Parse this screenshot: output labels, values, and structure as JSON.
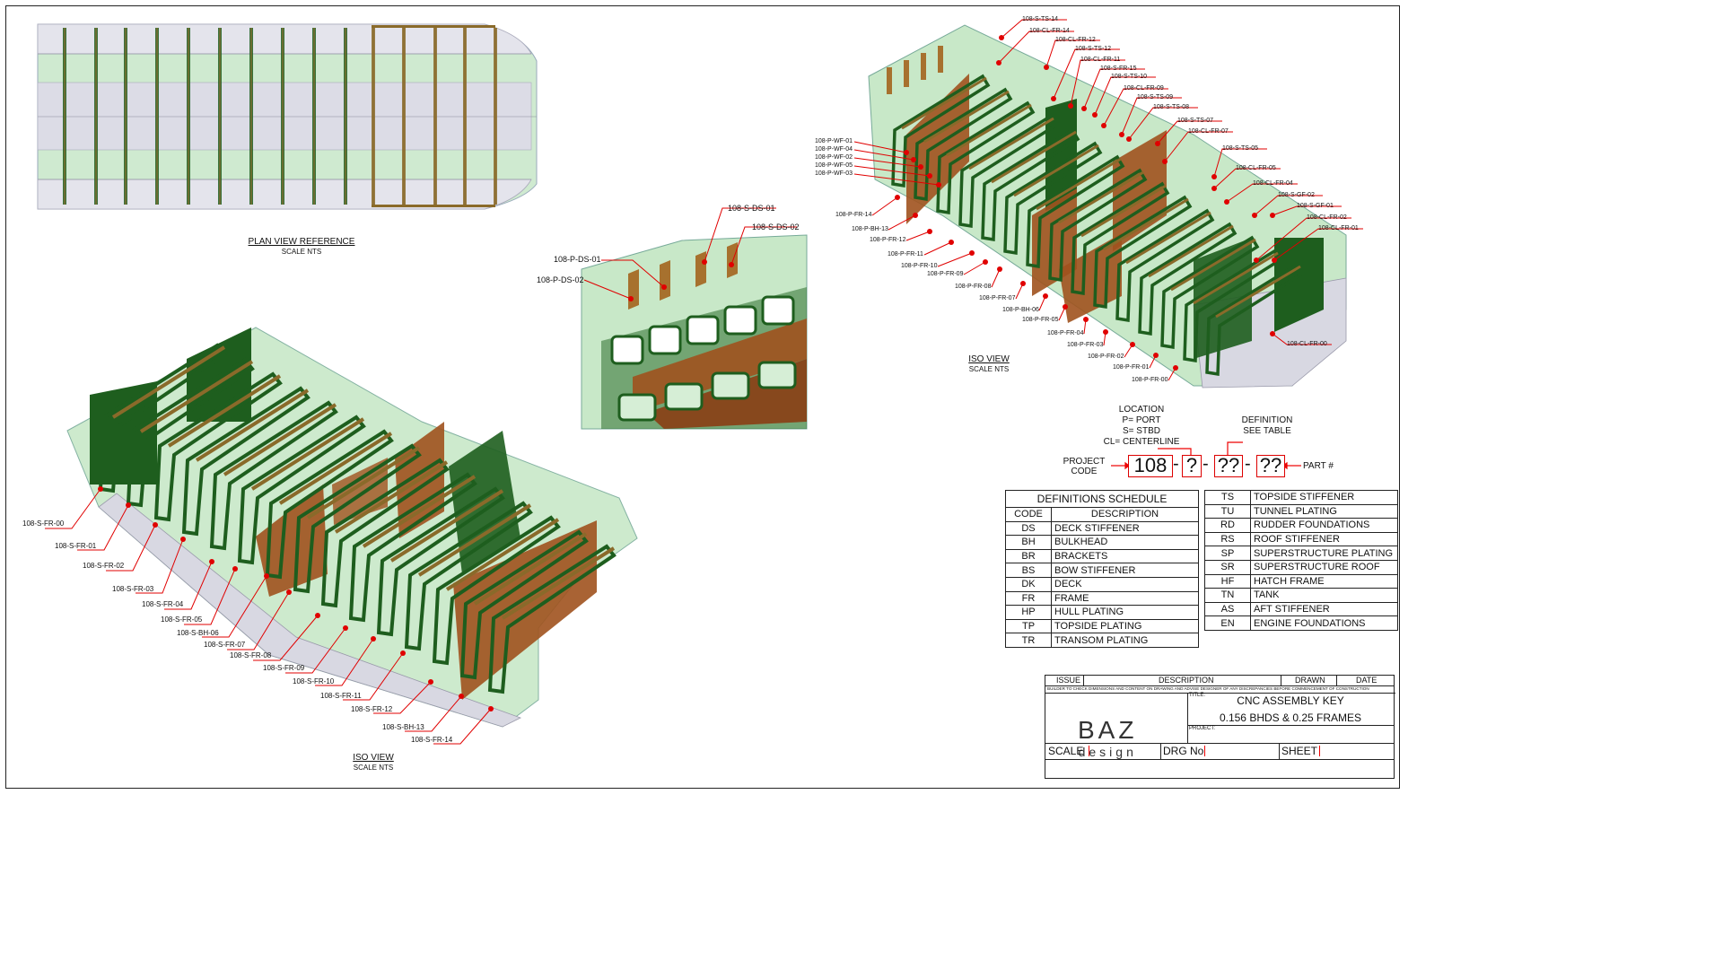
{
  "views": {
    "plan": {
      "title": "PLAN VIEW REFERENCE",
      "scale": "SCALE NTS"
    },
    "iso_left": {
      "title": "ISO VIEW",
      "scale": "SCALE NTS"
    },
    "iso_right": {
      "title": "ISO VIEW",
      "scale": "SCALE NTS"
    }
  },
  "detail_labels": [
    "108-S-DS-01",
    "108-S-DS-02",
    "108-P-DS-01",
    "108-P-DS-02"
  ],
  "iso_left_labels": [
    "108-S-FR-00",
    "108-S-FR-01",
    "108-S-FR-02",
    "108-S-FR-03",
    "108-S-FR-04",
    "108-S-FR-05",
    "108-S-BH-06",
    "108-S-FR-07",
    "108-S-FR-08",
    "108-S-FR-09",
    "108-S-FR-10",
    "108-S-FR-11",
    "108-S-FR-12",
    "108-S-BH-13",
    "108-S-FR-14"
  ],
  "iso_right_top_labels": [
    "108-S-TS-14",
    "108-CL-FR-14",
    "108-CL-FR-12",
    "108-S-TS-12",
    "108-CL-FR-11",
    "108-S-FR-15",
    "108-S-TS-10",
    "108-CL-FR-09",
    "108-S-TS-09",
    "108-S-TS-08",
    "108-S-TS-07",
    "108-CL-FR-07",
    "108-S-TS-05",
    "108-CL-FR-05",
    "108-CL-FR-04",
    "108-S-GF-02",
    "108-S-GF-01",
    "108-CL-FR-02",
    "108-CL-FR-01",
    "108-CL-FR-00"
  ],
  "iso_right_left_labels": [
    "108-P-WF-01",
    "108-P-WF-04",
    "108-P-WF-02",
    "108-P-WF-05",
    "108-P-WF-03",
    "108-P-FR-14",
    "108-P-BH-13",
    "108-P-FR-12",
    "108-P-FR-11",
    "108-P-FR-10",
    "108-P-FR-09",
    "108-P-FR-08",
    "108-P-FR-07",
    "108-P-BH-06",
    "108-P-FR-05",
    "108-P-FR-04",
    "108-P-FR-03",
    "108-P-FR-02",
    "108-P-FR-01",
    "108-P-FR-00"
  ],
  "legend": {
    "location_title": "LOCATION",
    "location_p": "P= PORT",
    "location_s": "S= STBD",
    "location_cl": "CL= CENTERLINE",
    "definition_title": "DEFINITION",
    "definition_sub": "SEE TABLE",
    "project_code_1": "PROJECT",
    "project_code_2": "CODE",
    "part_label": "PART #",
    "box_project": "108",
    "box_location": "?",
    "box_definition": "??",
    "box_part": "??",
    "sep": "-"
  },
  "definitions": {
    "title": "DEFINITIONS SCHEDULE",
    "col_code": "CODE",
    "col_desc": "DESCRIPTION",
    "left": [
      {
        "code": "DS",
        "desc": "DECK STIFFENER"
      },
      {
        "code": "BH",
        "desc": "BULKHEAD"
      },
      {
        "code": "BR",
        "desc": "BRACKETS"
      },
      {
        "code": "BS",
        "desc": "BOW STIFFENER"
      },
      {
        "code": "DK",
        "desc": "DECK"
      },
      {
        "code": "FR",
        "desc": "FRAME"
      },
      {
        "code": "HP",
        "desc": "HULL PLATING"
      },
      {
        "code": "TP",
        "desc": "TOPSIDE PLATING"
      },
      {
        "code": "TR",
        "desc": "TRANSOM PLATING"
      }
    ],
    "right": [
      {
        "code": "TS",
        "desc": "TOPSIDE STIFFENER"
      },
      {
        "code": "TU",
        "desc": "TUNNEL PLATING"
      },
      {
        "code": "RD",
        "desc": "RUDDER FOUNDATIONS"
      },
      {
        "code": "RS",
        "desc": "ROOF STIFFENER"
      },
      {
        "code": "SP",
        "desc": "SUPERSTRUCTURE PLATING"
      },
      {
        "code": "SR",
        "desc": "SUPERSTRUCTURE ROOF"
      },
      {
        "code": "HF",
        "desc": "HATCH FRAME"
      },
      {
        "code": "TN",
        "desc": "TANK"
      },
      {
        "code": "AS",
        "desc": "AFT STIFFENER"
      },
      {
        "code": "EN",
        "desc": "ENGINE FOUNDATIONS"
      }
    ]
  },
  "title_block": {
    "issue": "ISSUE",
    "description": "DESCRIPTION",
    "drawn": "DRAWN",
    "date": "DATE",
    "note": "BUILDER TO CHECK DIMENSIONS AND CONTENT ON DRAWING AND ADVISE DESIGNER OF ANY DISCREPANCIES BEFORE COMMENCEMENT OF CONSTRUCTION",
    "title_label": "TITLE:",
    "title_1": "CNC ASSEMBLY KEY",
    "title_2": "0.156 BHDS &  0.25 FRAMES",
    "project_label": "PROJECT:",
    "logo_main": "BAZ",
    "logo_sub": "design",
    "scale": "SCALE",
    "drg_no": "DRG No",
    "sheet": "SHEET"
  },
  "colors": {
    "hull": "#bfe6bf",
    "frame": "#1e5e1e",
    "plate": "#a0521e",
    "stiffener": "#8a6a2a",
    "leader": "#e00000",
    "dot": "#e00000"
  }
}
